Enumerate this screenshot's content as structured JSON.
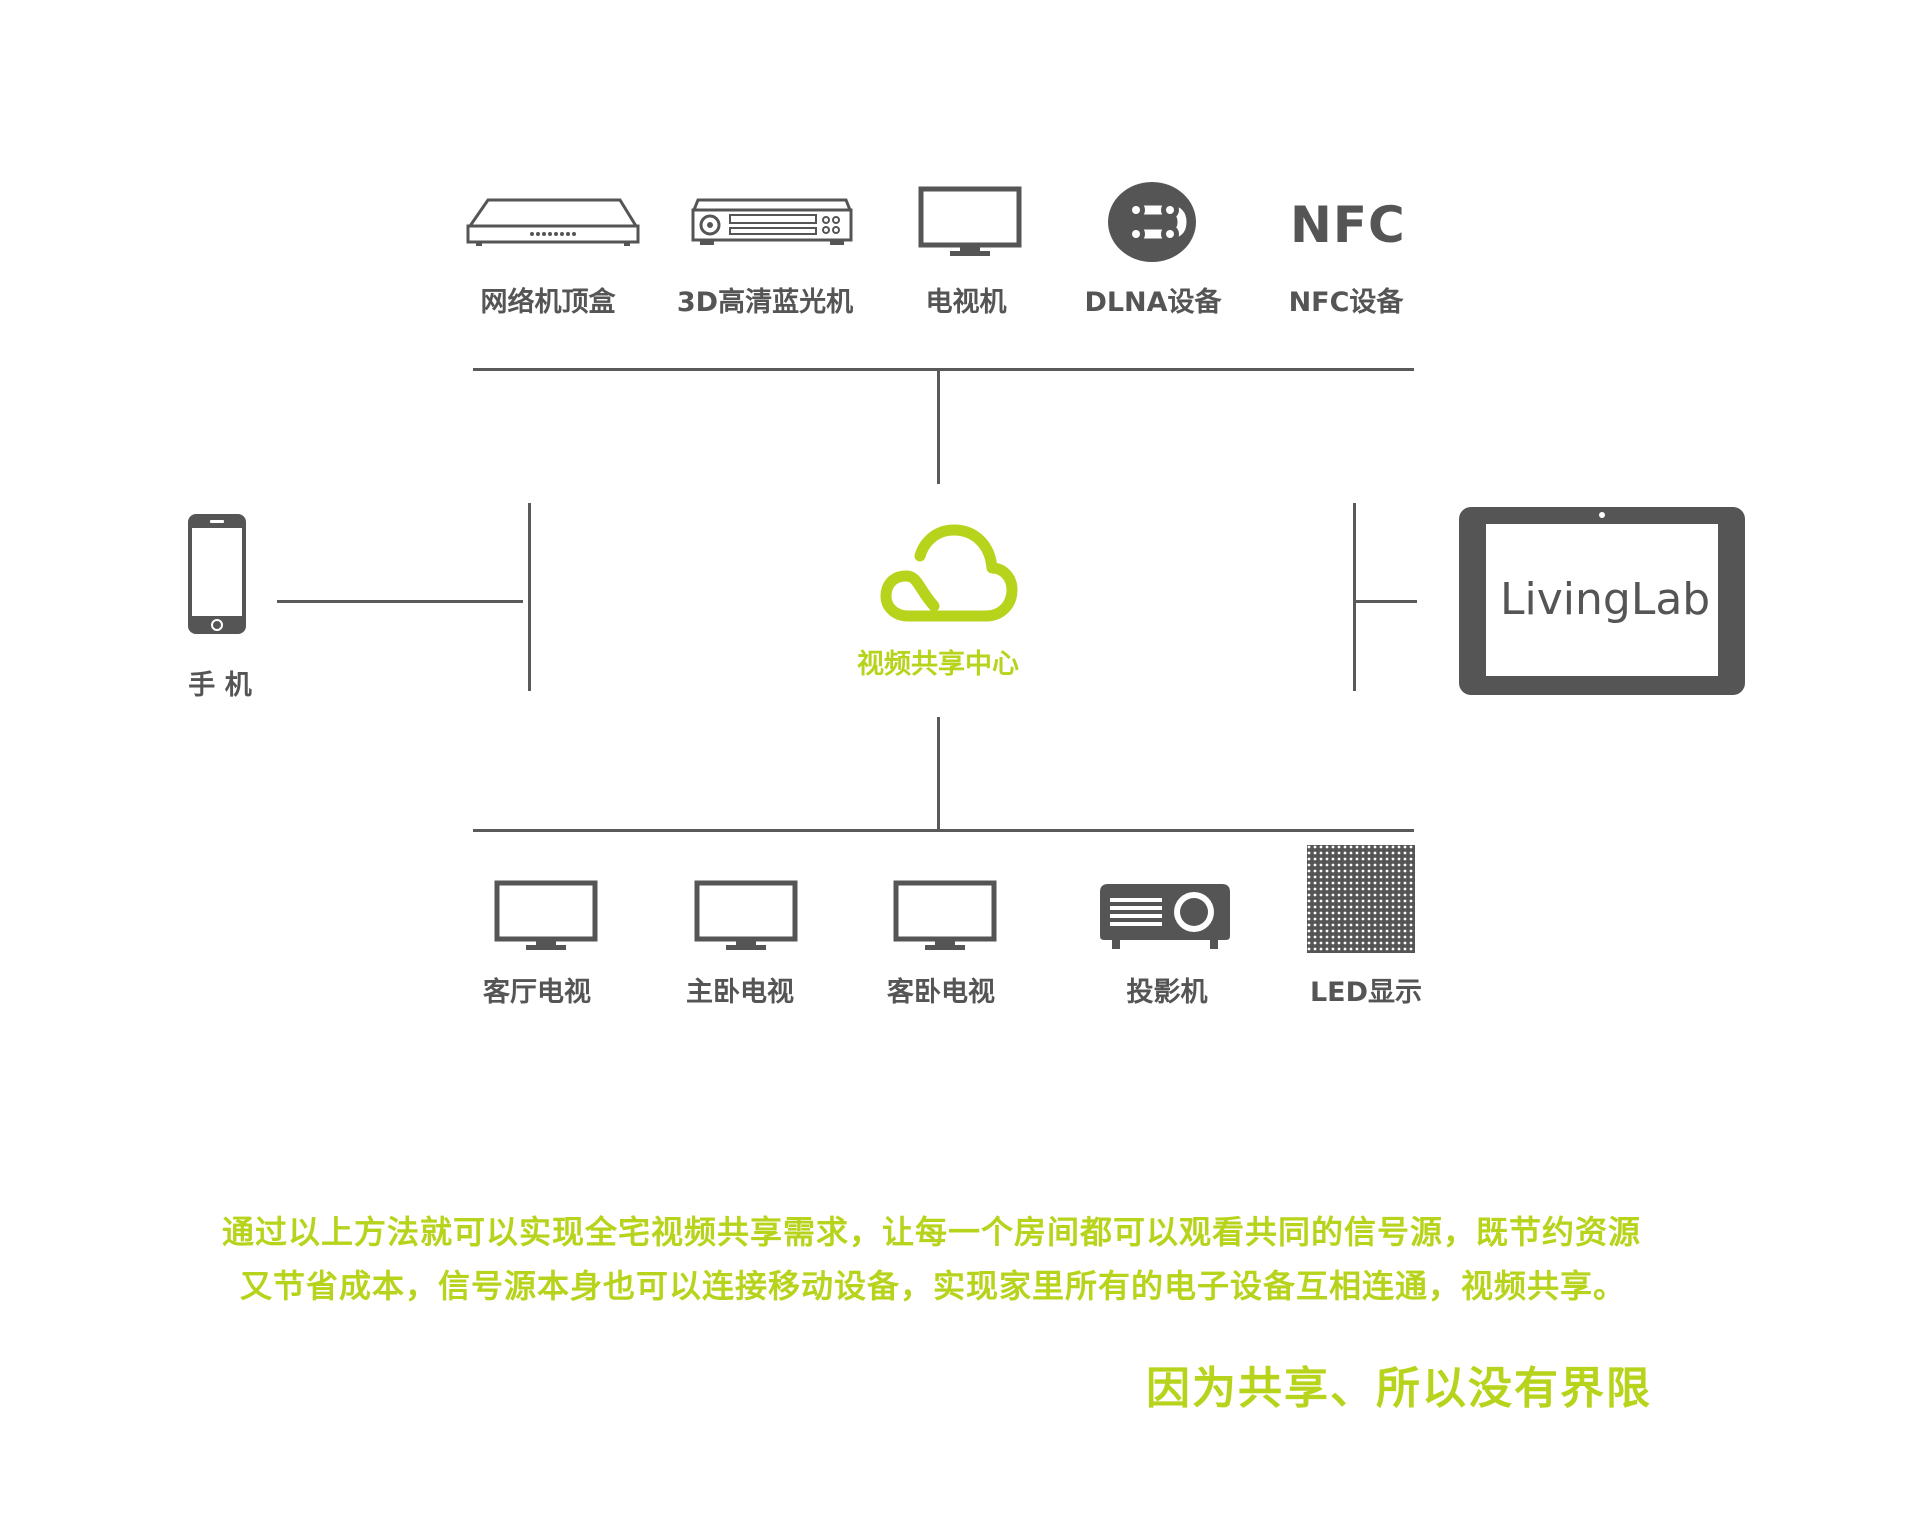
{
  "colors": {
    "gray": "#555555",
    "accent": "#b8d31c",
    "line": "#5a5a5a"
  },
  "top_devices": [
    {
      "label": "网络机顶盒",
      "icon": "set-top-box-icon"
    },
    {
      "label": "3D高清蓝光机",
      "icon": "blu-ray-player-icon"
    },
    {
      "label": "电视机",
      "icon": "tv-icon"
    },
    {
      "label": "DLNA设备",
      "icon": "dlna-icon"
    },
    {
      "label": "NFC设备",
      "icon": "nfc-icon",
      "logo_text": "NFC"
    }
  ],
  "left_device": {
    "label": "手 机",
    "icon": "phone-icon"
  },
  "right_device": {
    "icon": "tablet-icon",
    "screen_text": "LivingLab"
  },
  "hub": {
    "label": "视频共享中心",
    "icon": "cloud-icon"
  },
  "bottom_devices": [
    {
      "label": "客厅电视",
      "icon": "tv-icon"
    },
    {
      "label": "主卧电视",
      "icon": "tv-icon"
    },
    {
      "label": "客卧电视",
      "icon": "tv-icon"
    },
    {
      "label": "投影机",
      "icon": "projector-icon"
    },
    {
      "label": "LED显示",
      "icon": "led-display-icon"
    }
  ],
  "description": {
    "line1": "通过以上方法就可以实现全宅视频共享需求，让每一个房间都可以观看共同的信号源，既节约资源",
    "line2": "又节省成本，信号源本身也可以连接移动设备，实现家里所有的电子设备互相连通，视频共享。"
  },
  "slogan": "因为共享、所以没有界限"
}
